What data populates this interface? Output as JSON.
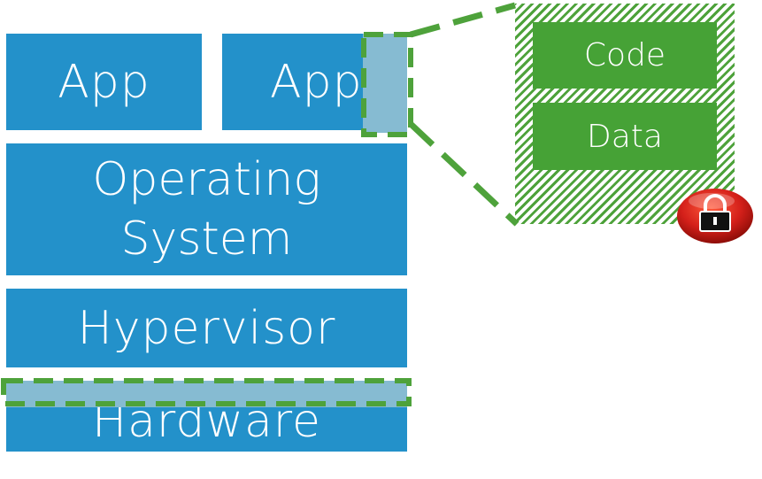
{
  "stack": {
    "app_left": "App",
    "app_right": "App",
    "os_line1": "Operating",
    "os_line2": "System",
    "hypervisor": "Hypervisor",
    "hardware": "Hardware"
  },
  "enclave": {
    "code": "Code",
    "data": "Data"
  },
  "colors": {
    "layer_blue": "#2391ca",
    "enclave_light_blue": "#86bbd2",
    "enclave_green": "#46a236",
    "dash_green": "#4ea23b",
    "lock_red": "#d4201a"
  },
  "icons": [
    "lock-icon"
  ]
}
